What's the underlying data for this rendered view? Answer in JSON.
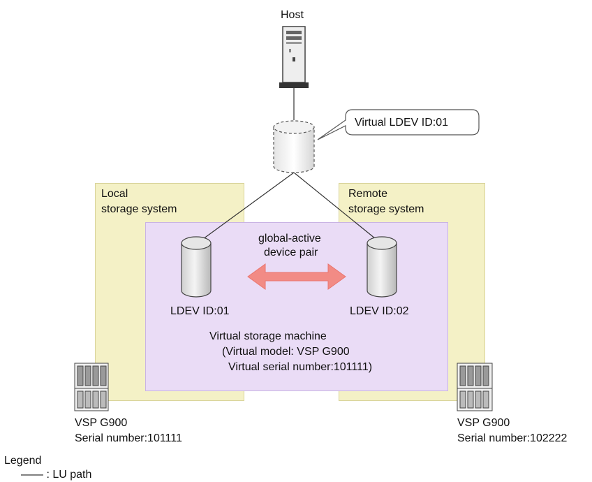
{
  "host": {
    "label": "Host"
  },
  "virtual_volume": {
    "callout": "Virtual LDEV ID:01"
  },
  "local": {
    "title_line1": "Local",
    "title_line2": "storage system",
    "ldev": "LDEV ID:01",
    "model": "VSP G900",
    "serial": "Serial number:101111"
  },
  "remote": {
    "title_line1": "Remote",
    "title_line2": "storage system",
    "ldev": "LDEV ID:02",
    "model": "VSP G900",
    "serial": "Serial number:102222"
  },
  "pair": {
    "line1": "global-active",
    "line2": "device pair"
  },
  "vsm": {
    "line1": "Virtual storage machine",
    "line2": "(Virtual model: VSP G900",
    "line3": "Virtual serial number:101111)"
  },
  "legend": {
    "title": "Legend",
    "lu_path": "—— : LU path"
  },
  "colors": {
    "storage_area": "#f4f1c6",
    "virtual_machine": "#eadcf6",
    "pair_arrow": "#f28b85"
  }
}
